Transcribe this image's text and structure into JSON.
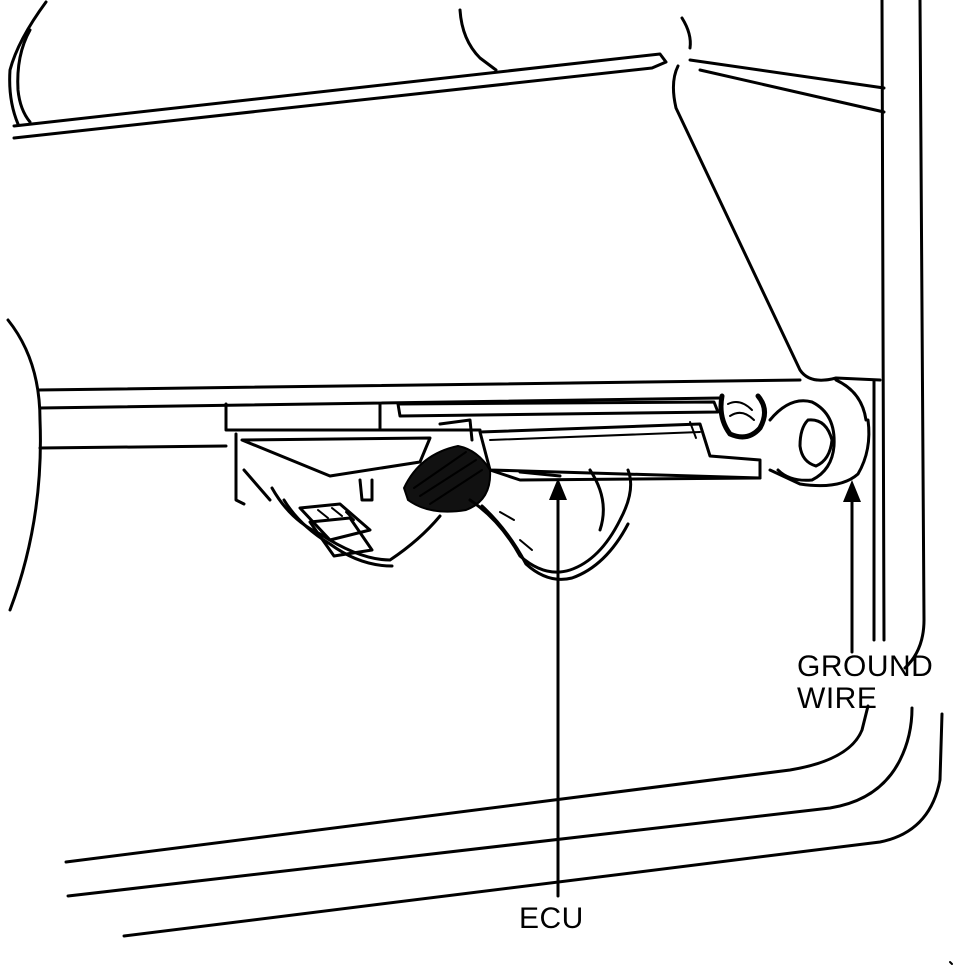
{
  "callouts": {
    "ecu": "ECU",
    "ground_wire_line1": "GROUND",
    "ground_wire_line2": "WIRE"
  },
  "colors": {
    "ink": "#000000",
    "paper": "#ffffff"
  }
}
